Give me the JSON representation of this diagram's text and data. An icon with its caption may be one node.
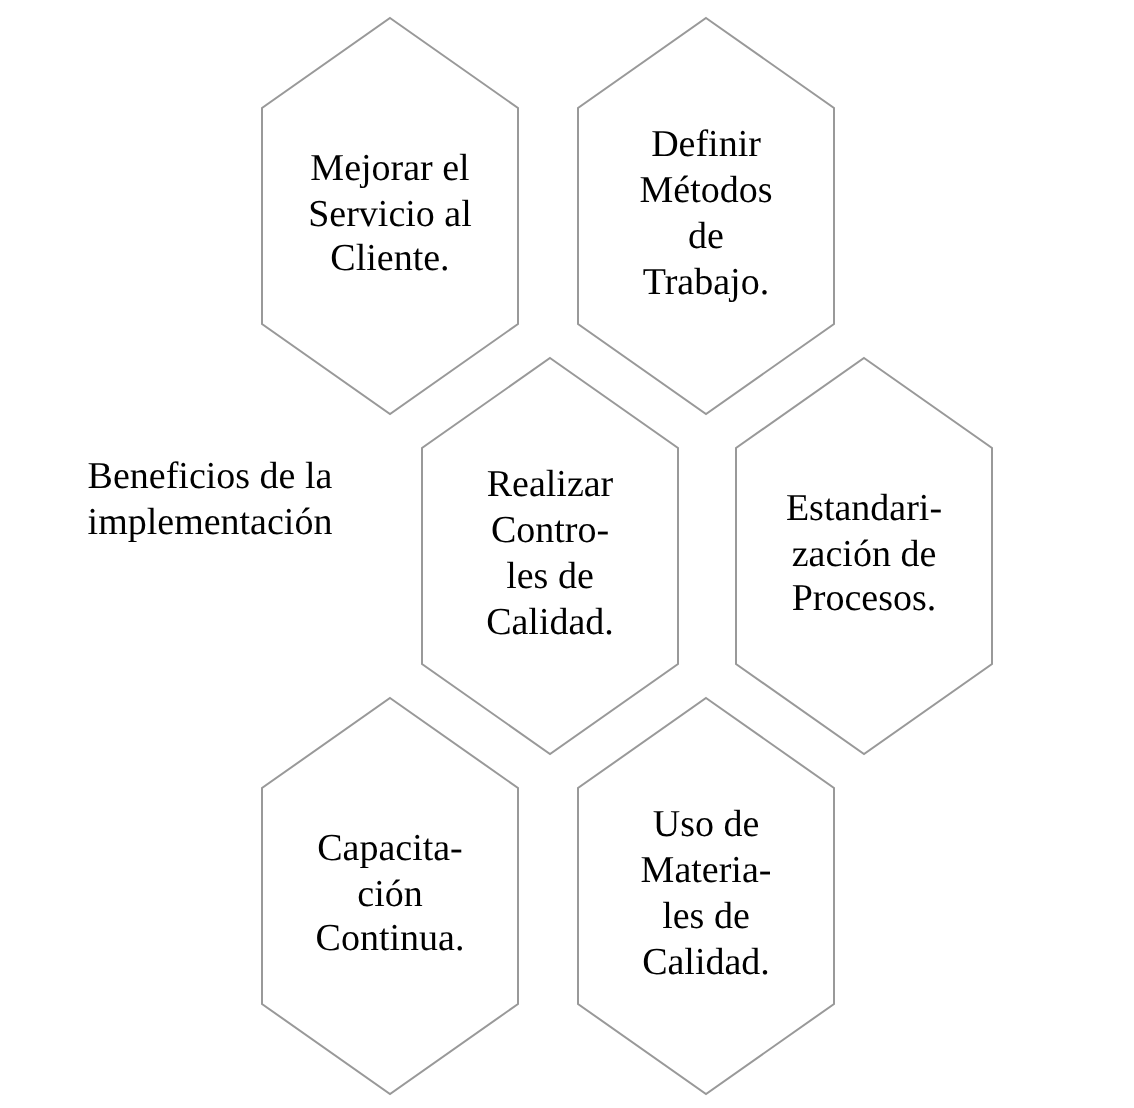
{
  "diagram": {
    "nodes": [
      {
        "text": [
          "Mejorar el Servicio al Cliente."
        ]
      },
      {
        "text": [
          "Definir Métodos de Trabajo."
        ]
      },
      {
        "text": [
          "Realizar Contro- les de Calidad."
        ]
      },
      {
        "text": [
          "Estandari- zación de Procesos."
        ]
      },
      {
        "text": [
          "Capacita- ción Continua."
        ]
      },
      {
        "text": [
          "Uso de Materia- les de Calidad."
        ]
      }
    ],
    "labels": [
      "Beneficios de la implementación"
    ]
  }
}
